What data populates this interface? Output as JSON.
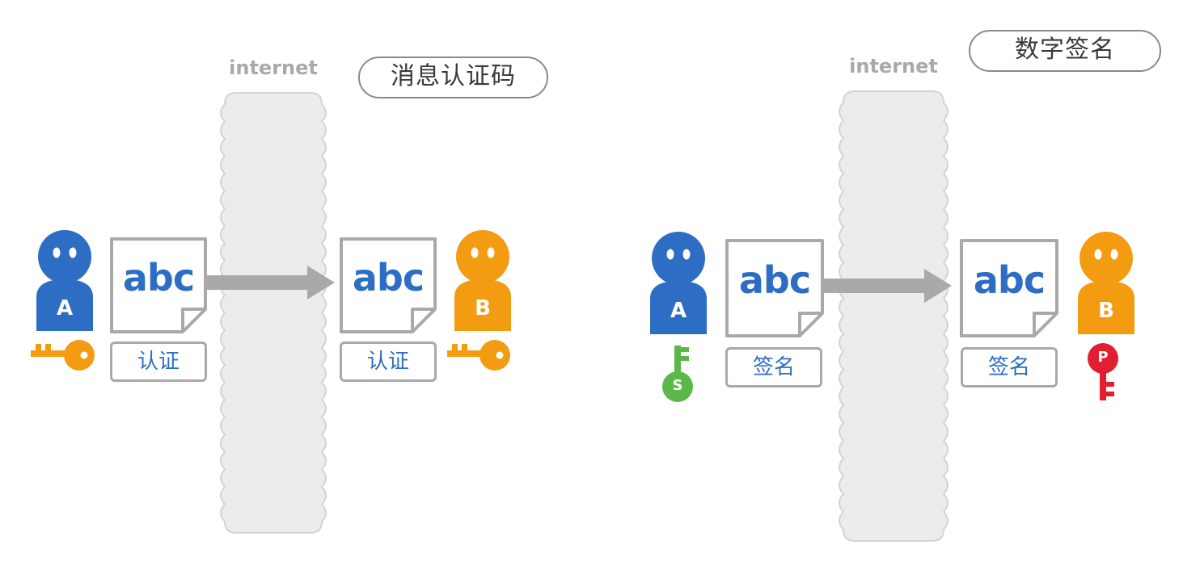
{
  "left": {
    "title": "消息认证码",
    "internet_label": "internet",
    "sender": {
      "letter": "A",
      "color": "#2d6ec4"
    },
    "receiver": {
      "letter": "B",
      "color": "#f39c12"
    },
    "doc_text": "abc",
    "tag_sender": "认证",
    "tag_receiver": "认证",
    "key_color": "#f39c12"
  },
  "right": {
    "title": "数字签名",
    "internet_label": "internet",
    "sender": {
      "letter": "A",
      "color": "#2d6ec4"
    },
    "receiver": {
      "letter": "B",
      "color": "#f39c12"
    },
    "doc_text": "abc",
    "tag_sender": "签名",
    "tag_receiver": "签名",
    "secret_key": {
      "letter": "S",
      "color": "#5ab84a"
    },
    "public_key": {
      "letter": "P",
      "color": "#e02030"
    }
  },
  "colors": {
    "outline": "#a9a9a9",
    "arrow": "#a9a9a9",
    "internet_fill": "#ececec",
    "text_blue": "#2d6ec4"
  }
}
